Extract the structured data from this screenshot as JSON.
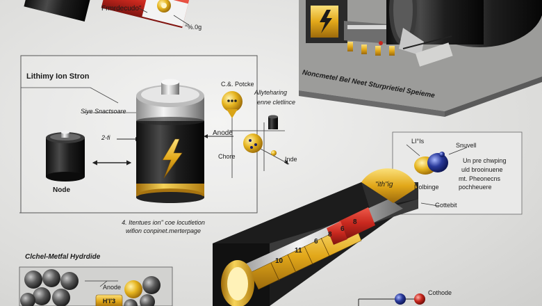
{
  "top_left_label": "Frmrdecudo\"",
  "top_left_sub": "°%.0g",
  "top_right_caption": "Noncmetel Bel Neet Sturprietiel Speieme",
  "panel_title": "Lithimy Ion Stron",
  "sub_label": "Siye Snactsoare",
  "left_cell_label": "Node",
  "arrow_label": "2-fi",
  "anode_label": "Anode",
  "c_label": "C.&. Potcke",
  "charging_label": "Allyteharing",
  "charging_sub": "enne cletlince",
  "chore_label": "Chore",
  "inde_label": "Inde",
  "caption_line1": "4. Itentues ion\" coe locutletion",
  "caption_line2": "wifion conpinet.merterpage",
  "right_panel_lbl1": "LI°Is",
  "right_panel_lbl2": "Snuvell",
  "right_panel_lbl3": "Un pre chwping",
  "right_panel_lbl4": "uld brooinuene",
  "right_panel_lbl5": "mt. Pheonecns",
  "right_panel_lbl6": "Dolbinge",
  "right_panel_lbl7": "pochheuere",
  "cap_label": "\"ith\"ig",
  "gate_label": "Gottebit",
  "cell_numbers": [
    "10",
    "11",
    "6",
    "8",
    "6",
    "8"
  ],
  "nimh_title": "Clchel-Metfal Hydrdide",
  "nimh_anode": "Anode",
  "nimh_badge": "H'I'3",
  "cathode_label": "Cothode",
  "colors": {
    "gold": "#e8b920",
    "red": "#c8281e",
    "black": "#1c1c1c",
    "blue": "#2a3a9a"
  }
}
